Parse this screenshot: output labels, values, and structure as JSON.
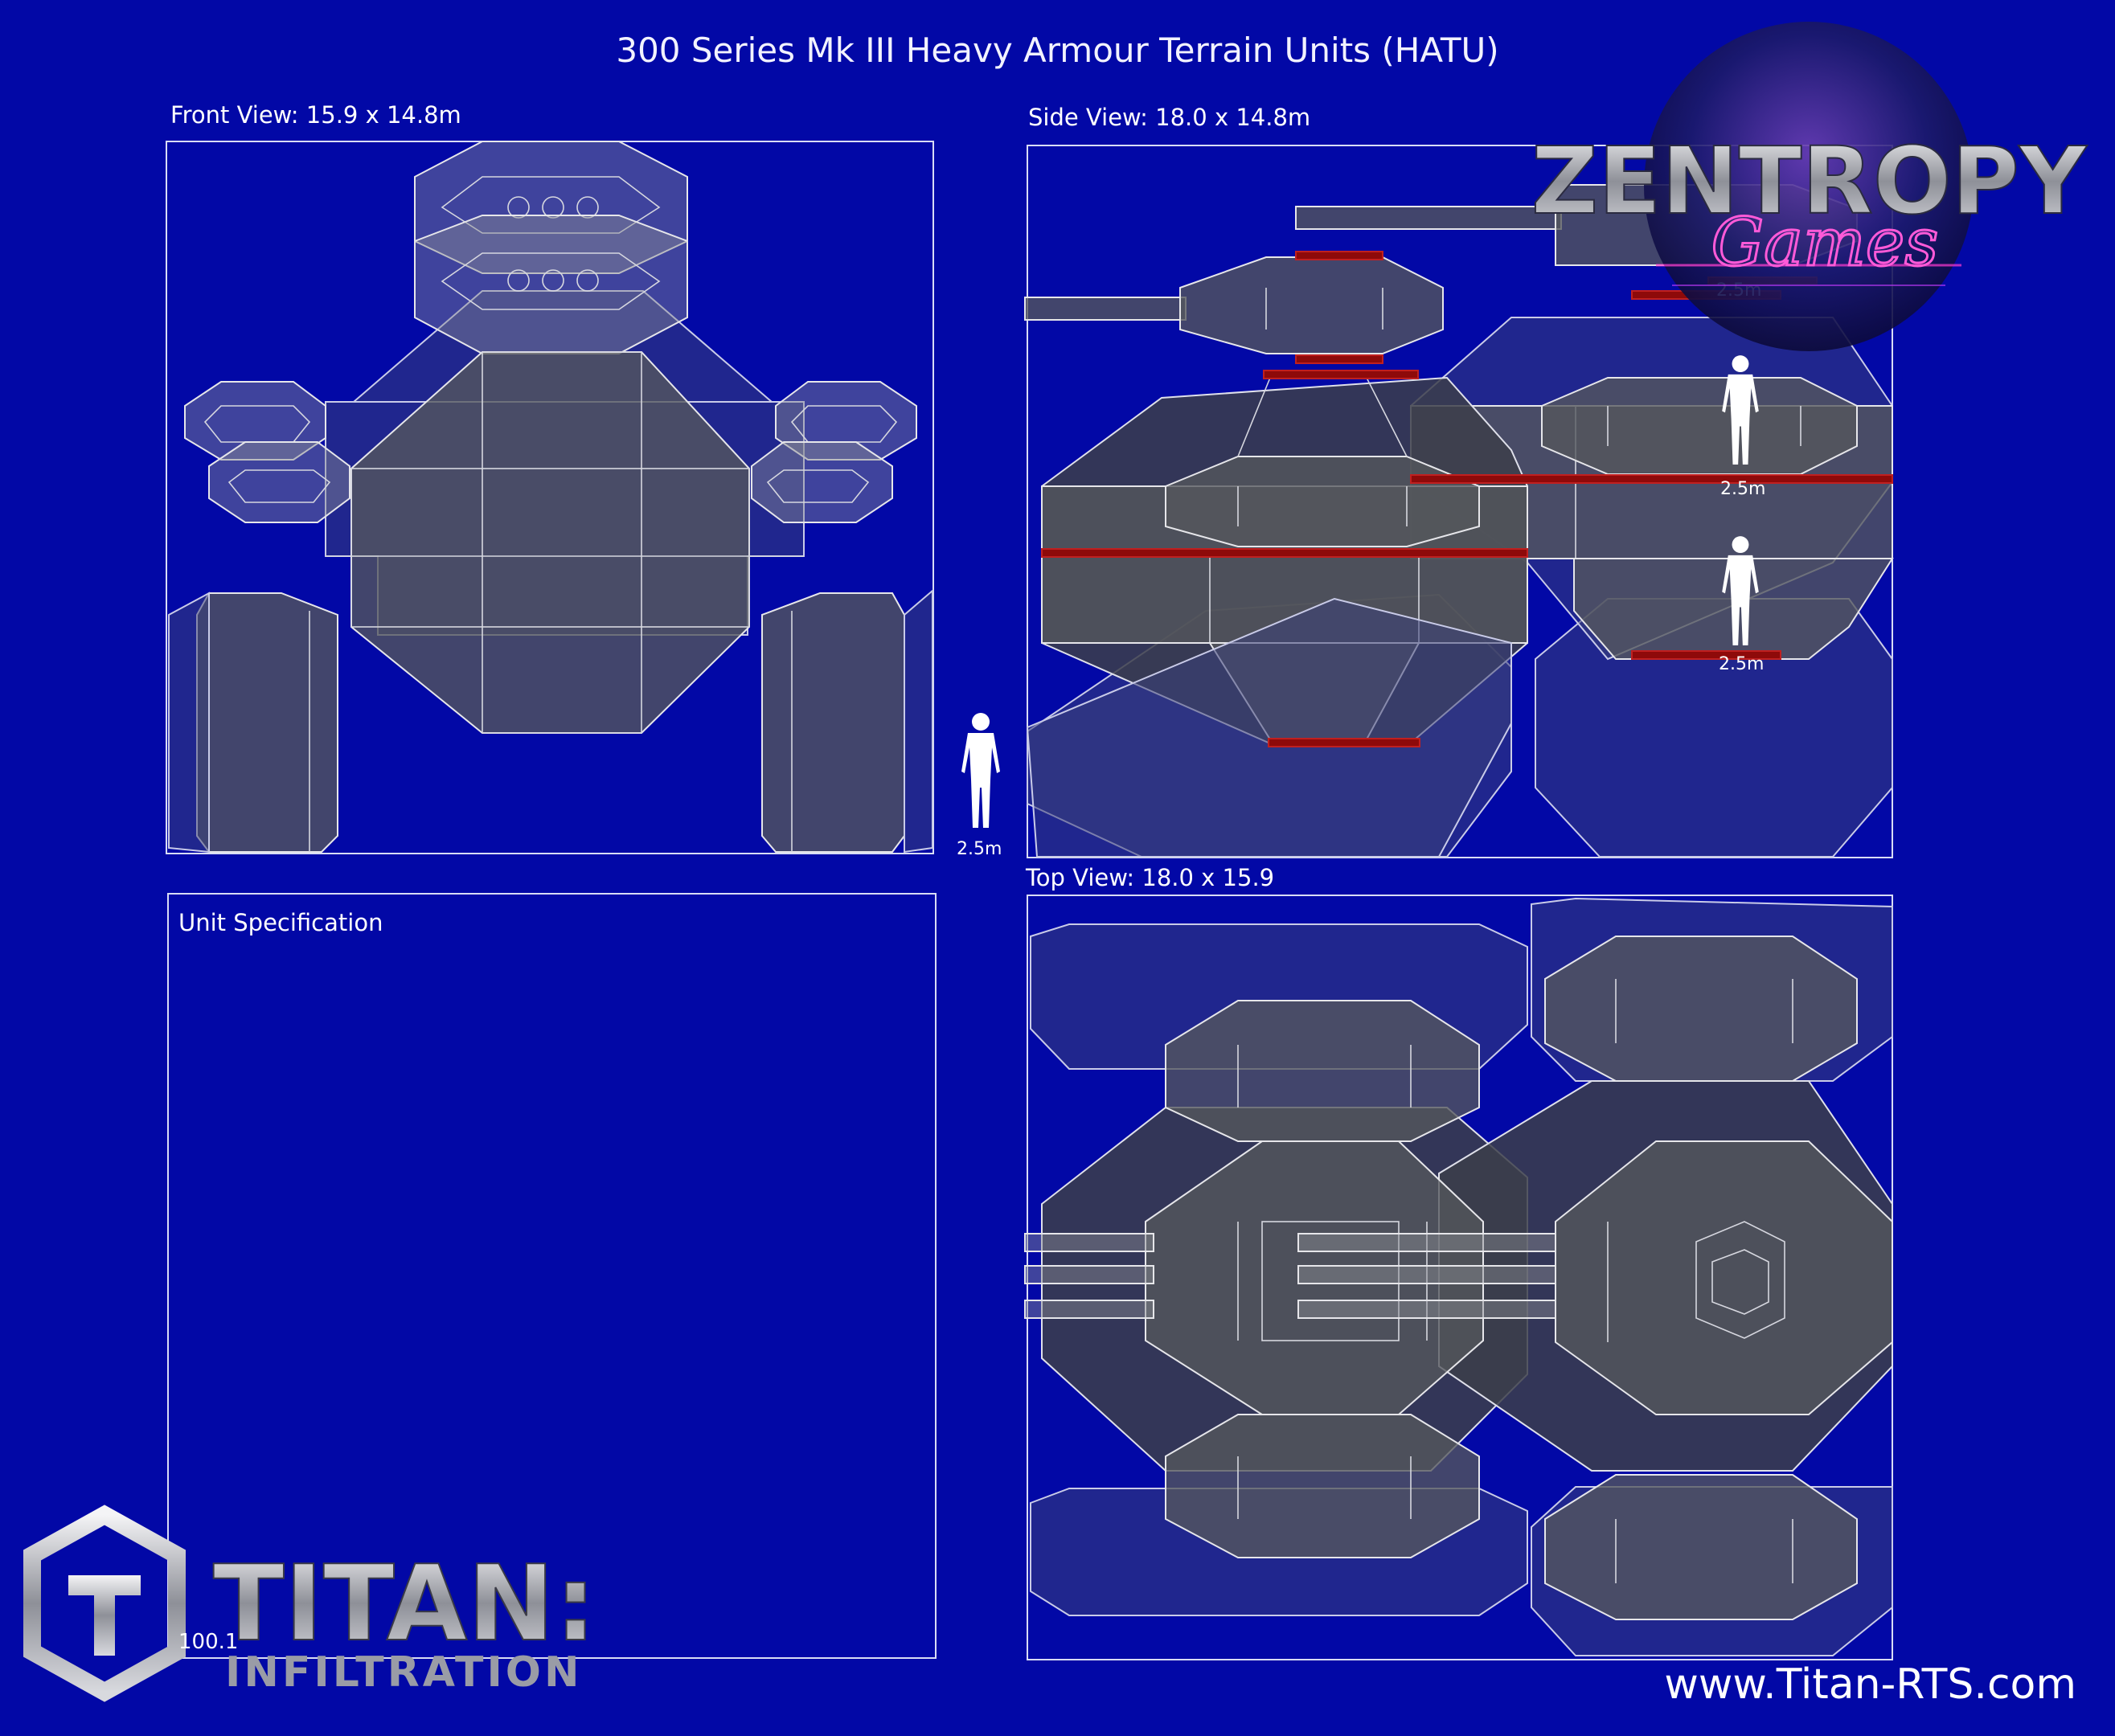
{
  "title": "300 Series Mk III Heavy Armour Terrain Units (HATU)",
  "panels": {
    "front": {
      "label": "Front View: 15.9 x 14.8m"
    },
    "side": {
      "label": "Side View: 18.0 x 14.8m"
    },
    "top": {
      "label": "Top View: 18.0 x 15.9"
    },
    "spec": {
      "label": "Unit Specification",
      "value": "100.1"
    }
  },
  "scale_figure_label": "2.5m",
  "logos": {
    "zentropy": "ZENTROPY",
    "zentropy_sub": "Games",
    "titan": "TITAN:",
    "titan_sub": "INFILTRATION"
  },
  "website": "www.Titan-RTS.com",
  "colors": {
    "background": "#0208a6",
    "hull": "#55575c",
    "accent_red": "#8e0a0a"
  }
}
